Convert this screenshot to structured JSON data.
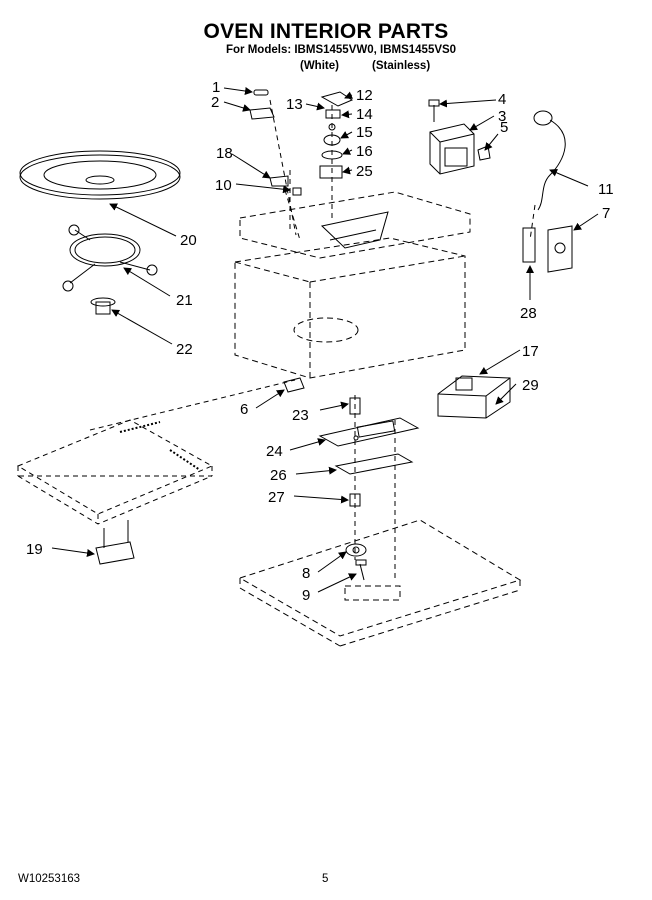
{
  "header": {
    "title": "OVEN INTERIOR PARTS",
    "models_line": "For Models: IBMS1455VW0, IBMS1455VS0",
    "variant_white": "(White)",
    "variant_stainless": "(Stainless)"
  },
  "callouts": [
    "1",
    "2",
    "3",
    "4",
    "5",
    "6",
    "7",
    "8",
    "9",
    "10",
    "11",
    "12",
    "13",
    "14",
    "15",
    "16",
    "17",
    "18",
    "19",
    "20",
    "21",
    "22",
    "23",
    "24",
    "25",
    "26",
    "27",
    "28",
    "29"
  ],
  "footer": {
    "doc_number": "W10253163",
    "page_number": "5"
  }
}
